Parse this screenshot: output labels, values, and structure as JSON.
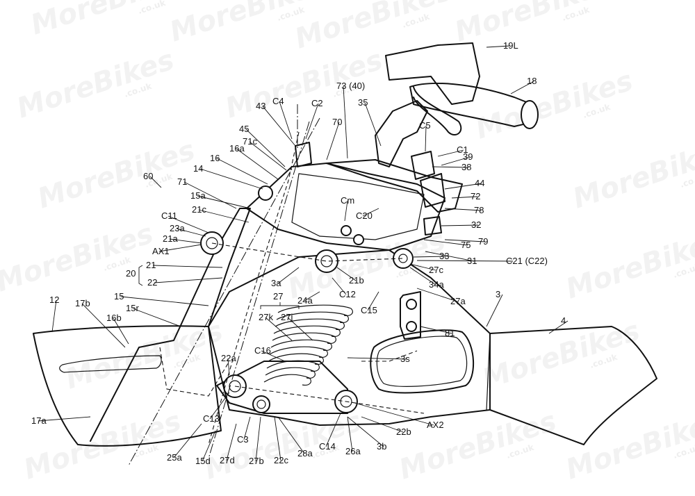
{
  "watermark": {
    "brand": "MoreBikes",
    "suffix": ".co.uk"
  },
  "labels": [
    {
      "id": "19L",
      "text": "19L"
    },
    {
      "id": "18",
      "text": "18"
    },
    {
      "id": "73_40",
      "text": "73 (40)"
    },
    {
      "id": "35",
      "text": "35"
    },
    {
      "id": "C4",
      "text": "C4"
    },
    {
      "id": "C2",
      "text": "C2"
    },
    {
      "id": "43",
      "text": "43"
    },
    {
      "id": "70",
      "text": "70"
    },
    {
      "id": "C5",
      "text": "C5"
    },
    {
      "id": "C1",
      "text": "C1"
    },
    {
      "id": "39",
      "text": "39"
    },
    {
      "id": "38",
      "text": "38"
    },
    {
      "id": "45",
      "text": "45"
    },
    {
      "id": "71c",
      "text": "71c"
    },
    {
      "id": "16a",
      "text": "16a"
    },
    {
      "id": "16",
      "text": "16"
    },
    {
      "id": "14",
      "text": "14"
    },
    {
      "id": "60",
      "text": "60"
    },
    {
      "id": "71",
      "text": "71"
    },
    {
      "id": "15a",
      "text": "15a"
    },
    {
      "id": "21c",
      "text": "21c"
    },
    {
      "id": "Cm",
      "text": "Cm"
    },
    {
      "id": "44",
      "text": "44"
    },
    {
      "id": "72",
      "text": "72"
    },
    {
      "id": "78",
      "text": "78"
    },
    {
      "id": "C11",
      "text": "C11"
    },
    {
      "id": "23a",
      "text": "23a"
    },
    {
      "id": "C20",
      "text": "C20"
    },
    {
      "id": "32",
      "text": "32"
    },
    {
      "id": "21a",
      "text": "21a"
    },
    {
      "id": "79",
      "text": "79"
    },
    {
      "id": "AX1",
      "text": "AX1"
    },
    {
      "id": "75",
      "text": "75"
    },
    {
      "id": "33",
      "text": "33"
    },
    {
      "id": "31",
      "text": "31"
    },
    {
      "id": "C21_C22",
      "text": "C21 (C22)"
    },
    {
      "id": "21",
      "text": "21"
    },
    {
      "id": "20",
      "text": "20"
    },
    {
      "id": "22",
      "text": "22"
    },
    {
      "id": "27c",
      "text": "27c"
    },
    {
      "id": "3a",
      "text": "3a"
    },
    {
      "id": "21b",
      "text": "21b"
    },
    {
      "id": "34a",
      "text": "34a"
    },
    {
      "id": "C12",
      "text": "C12"
    },
    {
      "id": "15",
      "text": "15"
    },
    {
      "id": "24a",
      "text": "24a"
    },
    {
      "id": "27a",
      "text": "27a"
    },
    {
      "id": "3",
      "text": "3"
    },
    {
      "id": "12",
      "text": "12"
    },
    {
      "id": "17b",
      "text": "17b"
    },
    {
      "id": "15r",
      "text": "15r"
    },
    {
      "id": "27",
      "text": "27"
    },
    {
      "id": "C15",
      "text": "C15"
    },
    {
      "id": "4",
      "text": "4"
    },
    {
      "id": "16b",
      "text": "16b"
    },
    {
      "id": "27k",
      "text": "27k"
    },
    {
      "id": "27j",
      "text": "27j"
    },
    {
      "id": "81",
      "text": "81"
    },
    {
      "id": "C16",
      "text": "C16"
    },
    {
      "id": "3s",
      "text": "3s"
    },
    {
      "id": "22a",
      "text": "22a"
    },
    {
      "id": "17a",
      "text": "17a"
    },
    {
      "id": "AX2",
      "text": "AX2"
    },
    {
      "id": "C13",
      "text": "C13"
    },
    {
      "id": "22b",
      "text": "22b"
    },
    {
      "id": "C3",
      "text": "C3"
    },
    {
      "id": "C14",
      "text": "C14"
    },
    {
      "id": "28a",
      "text": "28a"
    },
    {
      "id": "26a",
      "text": "26a"
    },
    {
      "id": "3b",
      "text": "3b"
    },
    {
      "id": "25a",
      "text": "25a"
    },
    {
      "id": "15d",
      "text": "15d"
    },
    {
      "id": "27d",
      "text": "27d"
    },
    {
      "id": "27b",
      "text": "27b"
    },
    {
      "id": "22c",
      "text": "22c"
    }
  ]
}
